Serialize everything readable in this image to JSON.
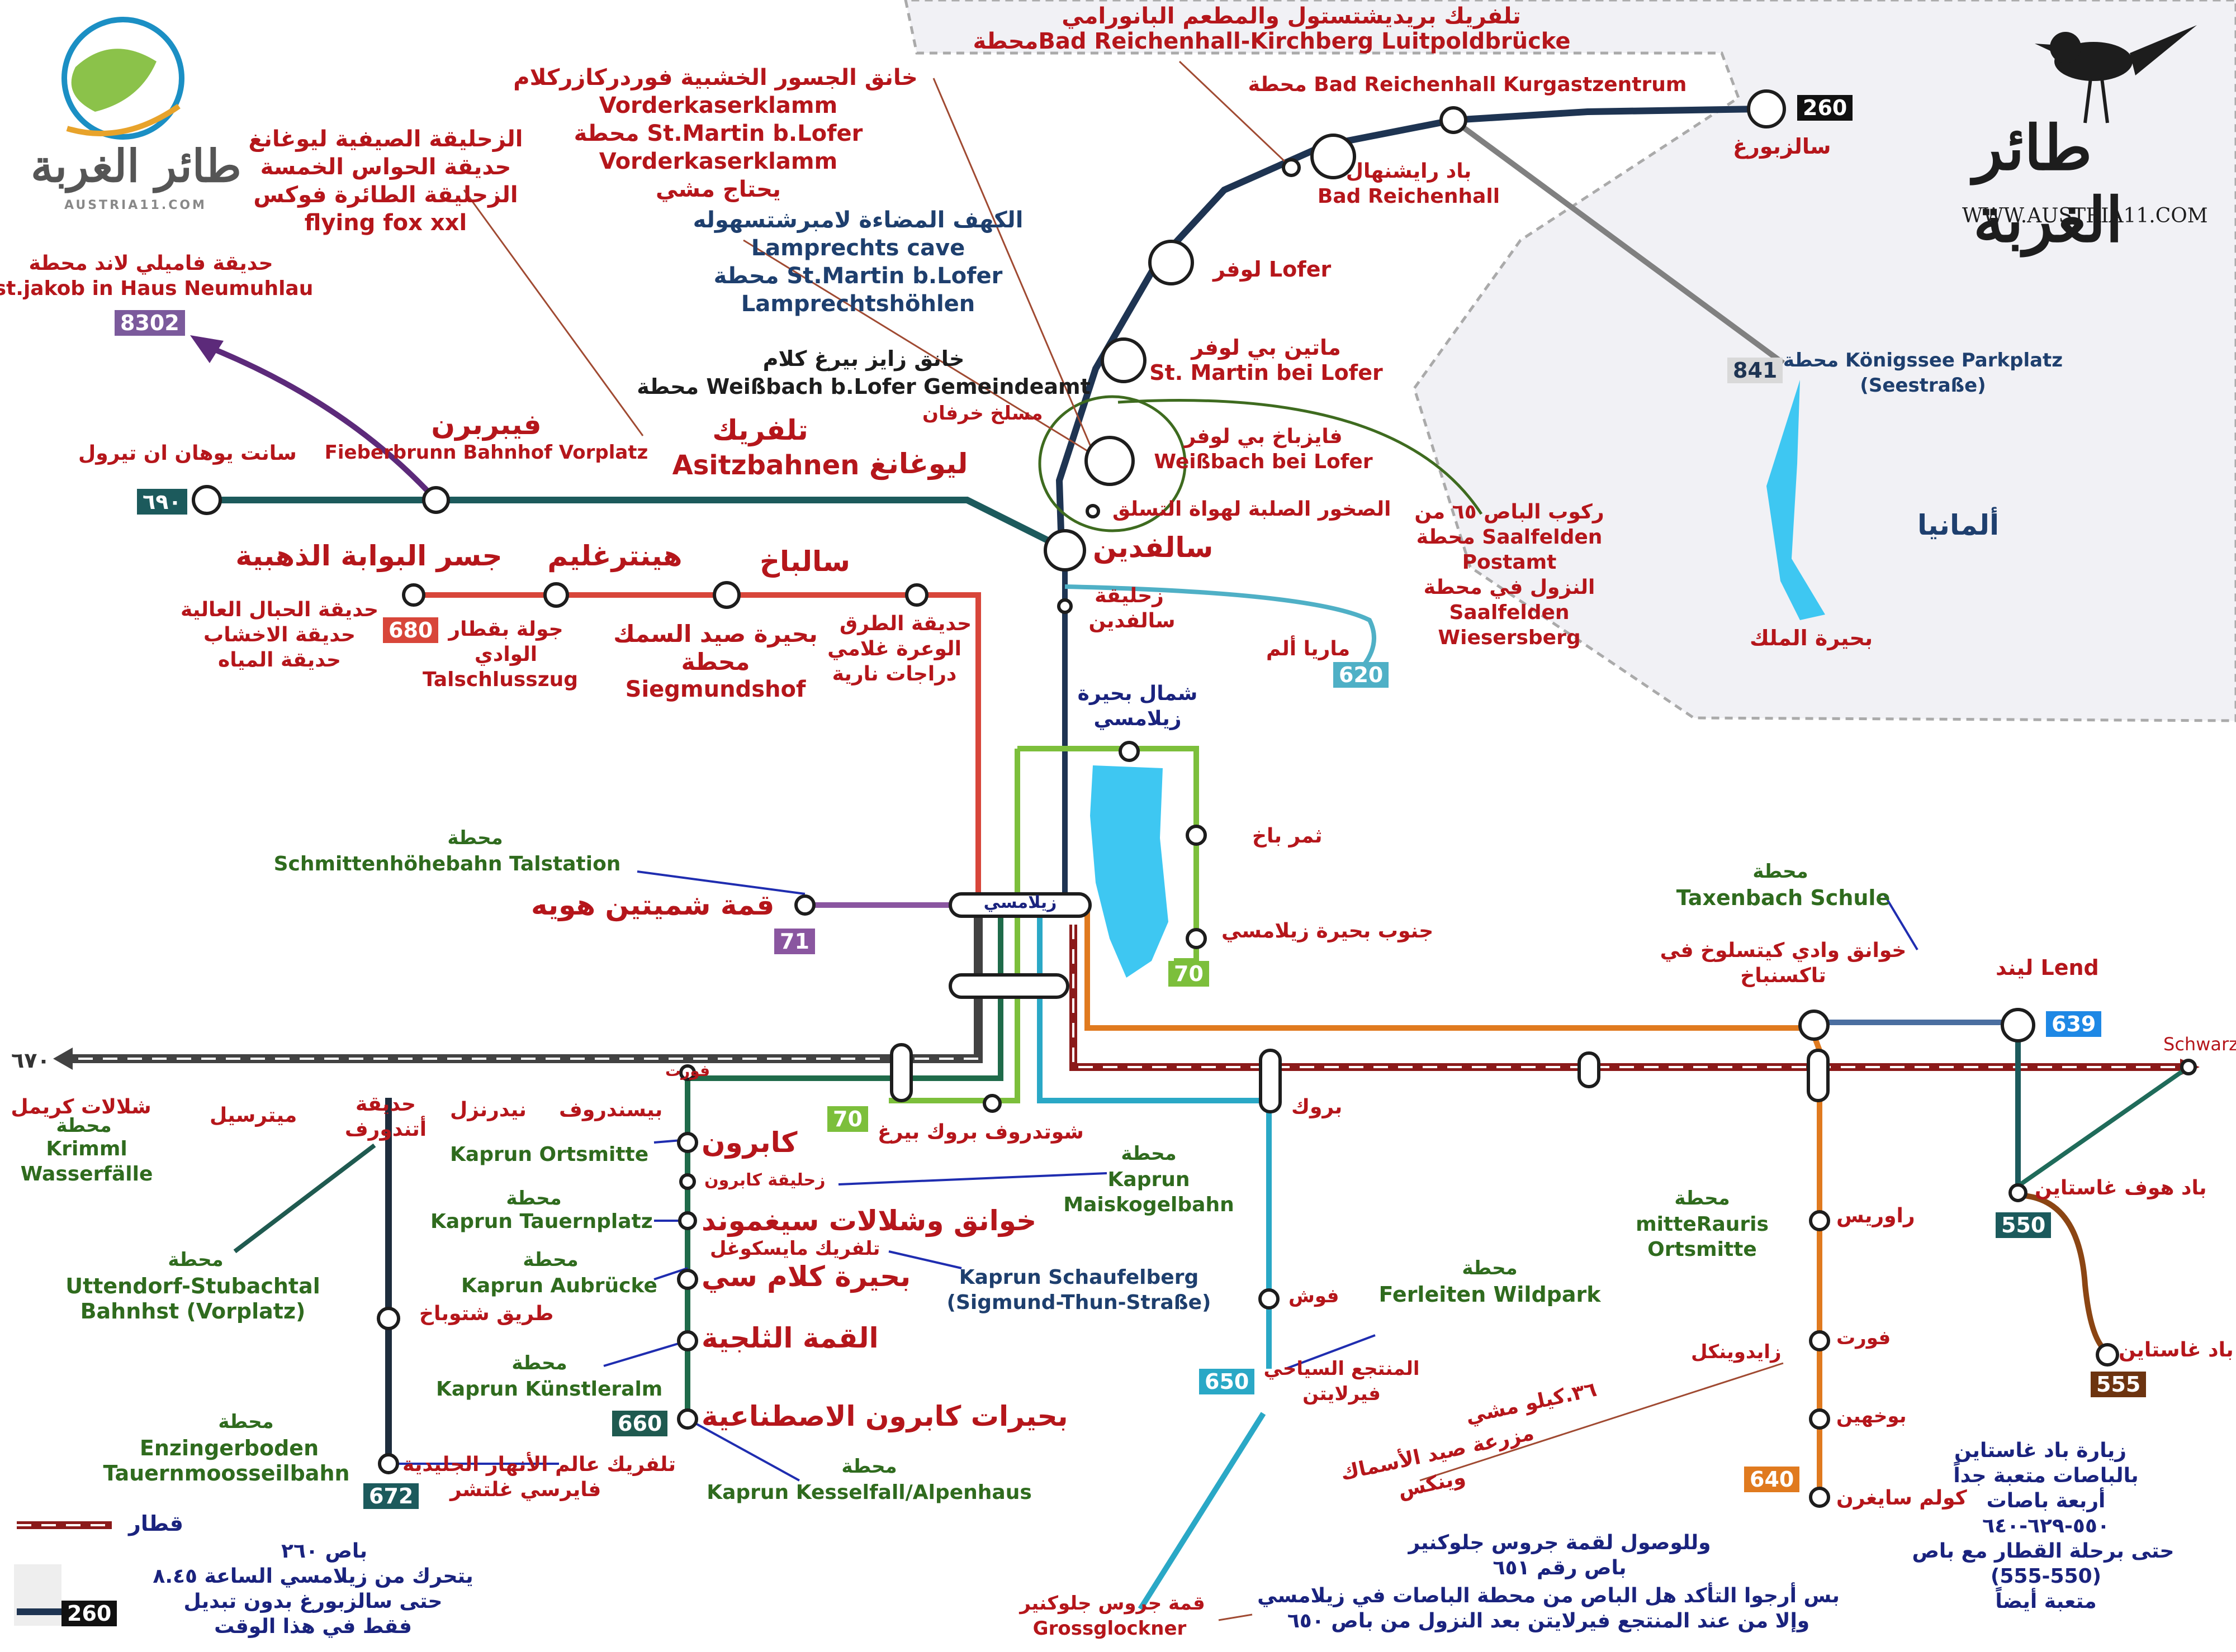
{
  "brand": {
    "name_ar": "طائر الغربة",
    "site_small": "AUSTRIA11.COM",
    "site_url": "WWW.AUSTRIA11.COM"
  },
  "routes": {
    "r260": "260",
    "r8302": "8302",
    "r690": "٦٩٠",
    "r680": "680",
    "r620": "620",
    "r841": "841",
    "r71": "71",
    "r70a": "70",
    "r70b": "70",
    "r639": "639",
    "r670": "٦٧٠",
    "r550": "550",
    "r555": "555",
    "r650": "650",
    "r660": "660",
    "r672": "672",
    "r640": "640",
    "legend_260": "260"
  },
  "labels": {
    "bad_reichenhall_top": "تلفريك بريديشتستول والمطعم البانورامي",
    "bad_reichenhall_kirchberg": "محطةBad Reichenhall-Kirchberg Luitpoldbrücke",
    "kurgastzentrum": "محطة Bad Reichenhall Kurgastzentrum",
    "salzburg": "سالزبورغ",
    "bad_reichenhall_ar": "باد رايشنهال",
    "bad_reichenhall": "Bad Reichenhall",
    "vorderkaser_ar": "خانق الجسور الخشبية فوردركازركلام",
    "vorderkaser1": "Vorderkaserklamm",
    "st_martin_lofer1": "محطة St.Martin b.Lofer",
    "vorderkaser2": "Vorderkaserklamm",
    "walking_ar": "يحتاج مشي",
    "summer_slides_ar": "الزحليقة الصيفية ليوغانغ",
    "five_senses_ar": "حديقة الحواس الخمسة",
    "flying_fox_ar": "الزحليقة الطائرة فوكس",
    "flying_fox": "flying fox xxl",
    "lamprechts_ar": "الكهف المضاءة لامبرشتسهوله",
    "lamprechts_cave": "Lamprechts cave",
    "st_martin_lofer2": "محطة St.Martin b.Lofer",
    "lamprechtshoehlen": "Lamprechtshöhlen",
    "family_land_ar": "حديقة فاميلي لاند محطة",
    "st_jakob": "st.jakob in Haus Neumuhlau",
    "lofer": "لوفر Lofer",
    "st_martin_ar": "ماتين بي لوفر",
    "st_martin_bei_lofer": "St. Martin bei Lofer",
    "seisenberg_ar": "خانق زايز بيرغ كلام",
    "weissbach_gemeindeamt": "محطة Weißbach b.Lofer Gemeindeamt",
    "hirschbuehel_ar": "مسلخ خرفان",
    "koenigssee_parkplatz": "محطة Königssee Parkplatz",
    "seestrasse": "(Seestraße)",
    "germany_ar": "ألمانيا",
    "st_johann_ar": "سانت يوهان ان تيرول",
    "fieberbrunn_ar": "فيبربرن",
    "fieberbrunn": "Fieberbrunn Bahnhof  Vorplatz",
    "teleferic_ar": "تلفريك",
    "asitzbahnen": "Asitzbahnen",
    "leogang_ar": "ليوغانغ",
    "weissbach_ar": "فايزباخ بي لوفر",
    "weissbach_bei_lofer": "Weißbach bei Lofer",
    "climbing_rocks_ar": "الصخور الصلبة لهواة التسلق",
    "saalfelden_ar": "سالفدين",
    "bus65_ar": "ركوب الباص ٦٥ من",
    "saalfelden_postamt1": "محطة Saalfelden",
    "saalfelden_postamt2": "Postamt",
    "get_off_ar": "النزول في محطة",
    "saalfelden_wiesersberg1": "Saalfelden",
    "saalfelden_wiesersberg2": "Wiesersberg",
    "golden_gate_ar": "جسر البوابة الذهبية",
    "hinterglemm_ar": "هينترغليم",
    "saalbach_ar": "سالباخ",
    "rope_park_ar": "حديقة الحبال العالية",
    "wood_park_ar": "حديقة الاخشاب",
    "water_park_ar": "حديقة المياه",
    "valley_train_ar": "جولة بقطار",
    "valley_ar": "الوادي",
    "talschlusszug": "Talschlusszug",
    "fishing_lake_ar": "بحيرة صيد السمك",
    "mahatta_ar": "محطة",
    "siegmundshof": "Siegmundshof",
    "roads_park_ar": "حديقة الطرق",
    "rough_ar": "الوعرة غلامي",
    "fire_bikes_ar": "دراجات نارية",
    "saalfelden_slide_ar": "زحليقة",
    "saalfelden_ar2": "سالفدين",
    "maria_alm_ar": "ماريا ألم",
    "kings_lake_ar": "بحيرة الملك",
    "zellamsee_north_ar": "شمال بحيرة",
    "zellamsee_ar_small": "زيلامسي",
    "thumersbach_ar": "ثمر باخ",
    "zellamsee_south_ar": "جنوب بحيرة زيلامسي",
    "schmitten_mahatta": "محطة",
    "schmitten_talstation": "Schmittenhöhebahn Talstation",
    "schmitten_peak_ar": "قمة شميتين هويه",
    "zellamsee_station_ar": "زيلامسي",
    "taxenbach_mahatta": "محطة",
    "taxenbach_schule": "Taxenbach Schule",
    "kitzloch_ar": "خوانق وادي كيتسلوخ في",
    "taxenbach_ar": "تاكسنباخ",
    "lend": "ليند Lend",
    "schwarzach": "Schwarzach",
    "krimml_ar": "شلالات كريمل",
    "krimml_mahatta": "محطة",
    "krimml": "Krimml",
    "wasserfaelle": "Wasserfälle",
    "mittersill_ar": "ميترسيل",
    "uttendorf_park_ar": "حديقة",
    "uttendorf_ar": "أتندورف",
    "niedernsill_ar": "نيدرنزل",
    "piesendorf_ar": "بيسندروف",
    "fuerth_ar": "فورت",
    "kaprun_ar": "كابرون",
    "kaprun_ortsmitte": "Kaprun Ortsmitte",
    "kaprun_slide_ar": "زحليقة كابرون",
    "kaprun_maiskogel_mahatta": "محطة",
    "kaprun_maiskogel1": "Kaprun",
    "kaprun_maiskogel2": "Maiskogelbahn",
    "tauernplatz_mahatta": "محطة",
    "kaprun_tauernplatz": "Kaprun Tauernplatz",
    "sigmund_gorge_ar": "خوانق وشلالات سيغموند",
    "maiskogel_teleferic_ar": "تلفريك مايسكوغل",
    "kaprun_schaufelberg": "Kaprun Schaufelberg",
    "sigmund_thun": "(Sigmund-Thun-Straße)",
    "aubruecke_mahatta": "محطة",
    "kaprun_aubruecke": "Kaprun Aubrücke",
    "klamm_see_ar": "بحيرة كلام سي",
    "stuhlfelden_road_ar": "طريق شتوباخ",
    "uttendorf_mahatta": "محطة",
    "uttendorf_stubachtal": "Uttendorf-Stubachtal",
    "bahnhst_vorplatz": "Bahnhst (Vorplatz)",
    "snow_peak_ar": "القمة الثلجية",
    "kuenstleralm_mahatta": "محطة",
    "kaprun_kuenstleralm": "Kaprun Künstleralm",
    "artificial_lakes_ar": "بحيرات كابرون الاصطناعية",
    "enzingerboden_mahatta": "محطة",
    "enzingerboden": "Enzingerboden",
    "tauernmoos": "Tauernmoosseilbahn",
    "glacier_teleferic_ar": "تلفريك عالم الأنهار الجليدية",
    "weissee_ar": "فايرسي غلتشر",
    "kesselfall_mahatta": "محطة",
    "kaprun_kesselfall": "Kaprun Kesselfall/Alpenhaus",
    "schuettdorf_ar": "شوتدروف بروك بيرغ",
    "bruck_ar": "بروك",
    "fusch_ar": "فوش",
    "ferleiten_mahatta": "محطة",
    "ferleiten_wildpark": "Ferleiten Wildpark",
    "safari_ar": "المنتجع السياحي",
    "ferleiten_ar": "فيرلايتن",
    "rauris_mahatta": "محطة",
    "mitterauris1": "mitteRauris",
    "mitterauris2": "Ortsmitte",
    "rauris_ar": "راوريس",
    "bad_hofgastein_ar": "باد هوف غاستاين",
    "woerth_ar": "فورت",
    "zeidwinkel_ar": "زايدوينكل",
    "km36_ar": "٣٦.كيلو مشي",
    "fish_farm_ar": "مزرعة صيد الأسماك",
    "winx_ar": "وينكس",
    "bucheben_ar": "بوخهين",
    "kolm_saigurn_ar": "كولم سايغرن",
    "bad_gastein_ar": "باد غاستاين",
    "gastein_visit1": "زيارة باد غاستاين",
    "gastein_visit2": "بالباصات متعبة جداً",
    "gastein_visit3": "أربعة باصات",
    "gastein_visit4": "٥٥٠-٦٢٩-٦٤٠",
    "gastein_visit5": "حتى برحلة القطار مع باص",
    "gastein_visit6": "(555-550)",
    "gastein_visit7": "متعبة أيضاً",
    "grossglockner_top1": "وللوصول لقمة جروس جلوكنير",
    "grossglockner_top2": "باص رقم ٦٥١",
    "grossglockner_top3": "بس أرجوا التأكد هل الباص من محطة الباصات في زيلامسي",
    "grossglockner_top4": "وإلا من عند المنتجع فيرلايتن بعد النزول من باص ٦٥٠",
    "grossglockner_ar": "قمة جروس جلوكنير",
    "grossglockner": "Grossglockner",
    "train_legend_ar": "قطار",
    "bus260_1": "باص ٢٦٠",
    "bus260_2": "يتحرك من زيلامسي الساعة ٨.٤٥",
    "bus260_3": "حتى سالزبورغ بدون تبديل",
    "bus260_4": "فقط في هذا الوقت"
  }
}
